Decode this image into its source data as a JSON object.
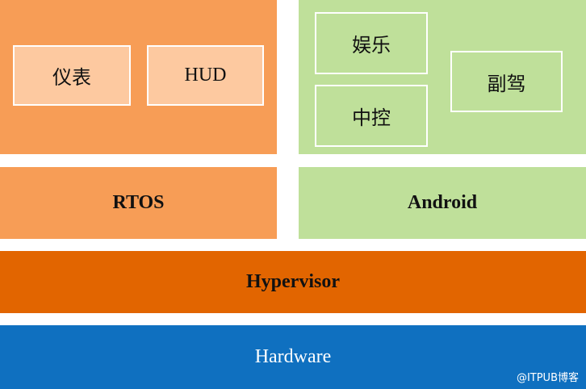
{
  "top_left": {
    "boxes": [
      "仪表",
      "HUD"
    ]
  },
  "top_right": {
    "boxes": [
      "娱乐",
      "中控",
      "副驾"
    ]
  },
  "layers": {
    "rtos": "RTOS",
    "android": "Android",
    "hypervisor": "Hypervisor",
    "hardware": "Hardware"
  },
  "watermark": "@ITPUB博客",
  "colors": {
    "orange": "#f79d56",
    "light_orange": "#fdc9a0",
    "green": "#bfe09a",
    "dark_orange": "#e26500",
    "blue": "#0f70c0"
  }
}
